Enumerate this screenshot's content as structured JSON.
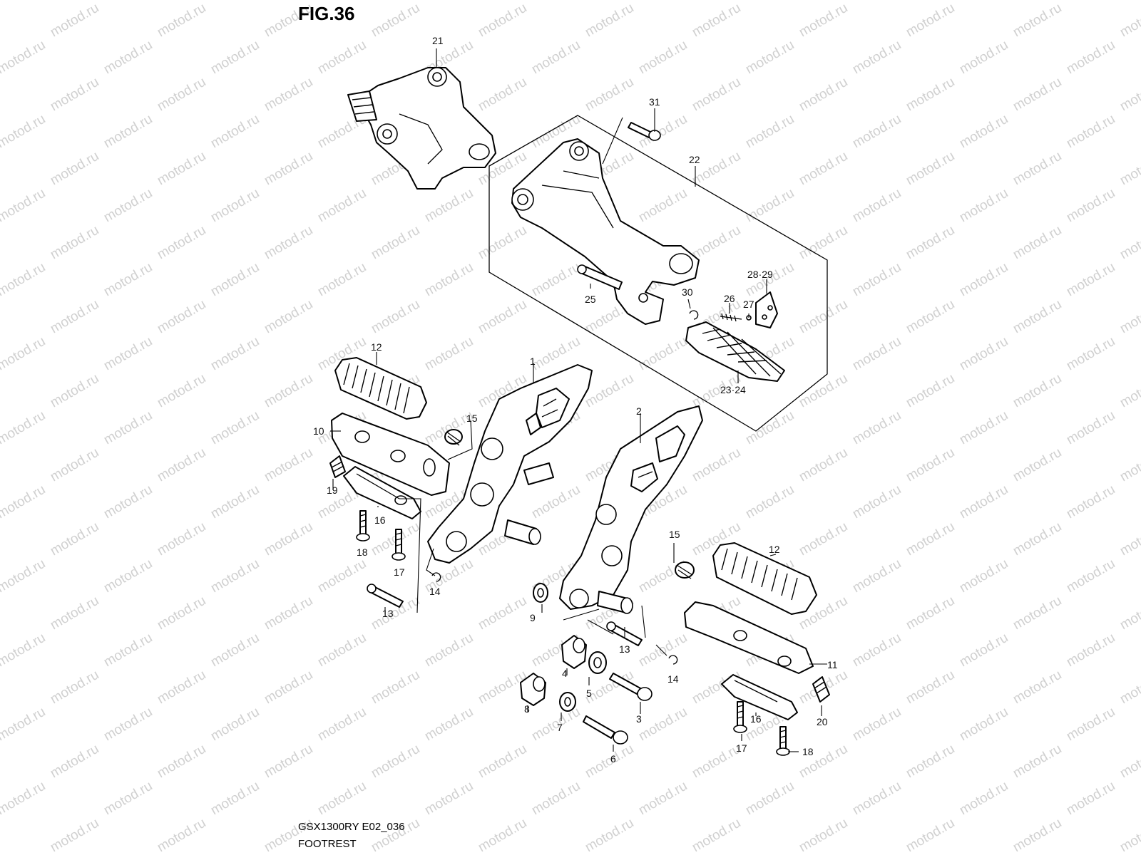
{
  "figure": {
    "title": "FIG.36",
    "model_code": "GSX1300RY E02_036",
    "section_name": "FOOTREST",
    "watermark": "motod.ru"
  },
  "callouts": {
    "p1": "1",
    "p2": "2",
    "p3": "3",
    "p4": "4",
    "p5": "5",
    "p6": "6",
    "p7": "7",
    "p8": "8",
    "p9": "9",
    "p10": "10",
    "p11": "11",
    "p12a": "12",
    "p12b": "12",
    "p13a": "13",
    "p13b": "13",
    "p14a": "14",
    "p14b": "14",
    "p15a": "15",
    "p15b": "15",
    "p16a": "16",
    "p16b": "16",
    "p17a": "17",
    "p17b": "17",
    "p18a": "18",
    "p18b": "18",
    "p19": "19",
    "p20": "20",
    "p21": "21",
    "p22": "22",
    "p23_24": "23·24",
    "p25": "25",
    "p26": "26",
    "p27": "27",
    "p28_29": "28·29",
    "p30": "30",
    "p31": "31"
  },
  "colors": {
    "line": "#000000",
    "watermark": "#d0d0d0",
    "background": "#ffffff"
  }
}
